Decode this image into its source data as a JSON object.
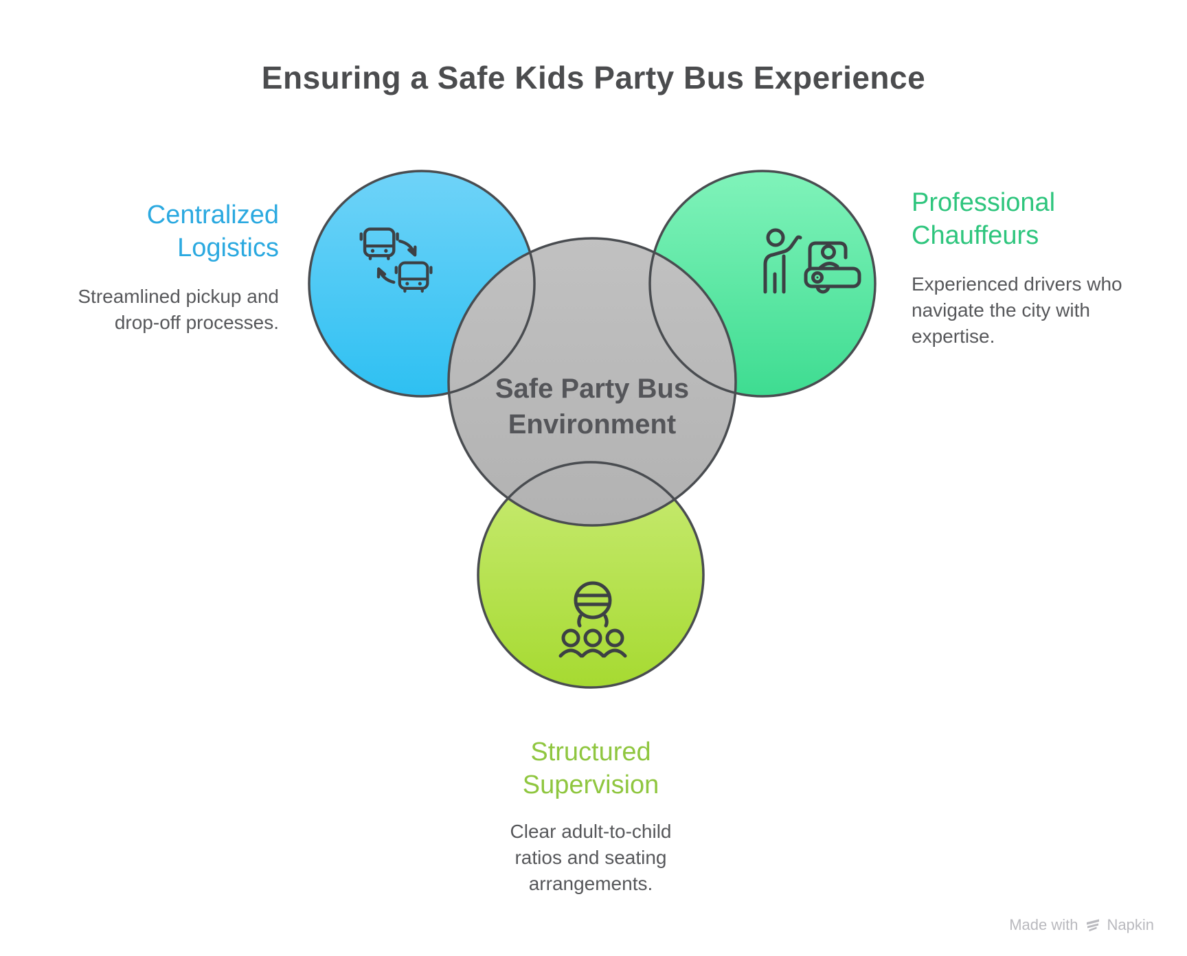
{
  "title": "Ensuring a Safe Kids Party Bus Experience",
  "center_label": "Safe Party Bus Environment",
  "nodes": [
    {
      "id": "centralized-logistics",
      "heading": "Centralized Logistics",
      "body": "Streamlined pickup and drop-off processes.",
      "accent": "#2ba9e0",
      "icon": "bus-transfer-icon",
      "position": "top-left"
    },
    {
      "id": "professional-chauffeurs",
      "heading": "Professional Chauffeurs",
      "body": "Experienced drivers who navigate the city with expertise.",
      "accent": "#2ec57d",
      "icon": "chauffeur-car-icon",
      "position": "top-right"
    },
    {
      "id": "structured-supervision",
      "heading": "Structured Supervision",
      "body": "Clear adult-to-child ratios and seating arrangements.",
      "accent": "#8fc63f",
      "icon": "group-supervision-icon",
      "position": "bottom"
    }
  ],
  "colors": {
    "circle_blue_top": "#6fd3f8",
    "circle_blue_bottom": "#2ec0f2",
    "circle_green_top": "#80f3ba",
    "circle_green_bottom": "#3edc91",
    "circle_lime_top": "#c9eb75",
    "circle_lime_bottom": "#a6da31",
    "circle_gray": "#b9b9b9",
    "circle_outline": "#494c50",
    "icon_stroke": "#3c4044",
    "title_text": "#4b4c4e",
    "body_text": "#56575a",
    "center_text": "#545559",
    "watermark_text": "#b9b9be"
  },
  "watermark": {
    "prefix": "Made with",
    "brand": "Napkin"
  }
}
